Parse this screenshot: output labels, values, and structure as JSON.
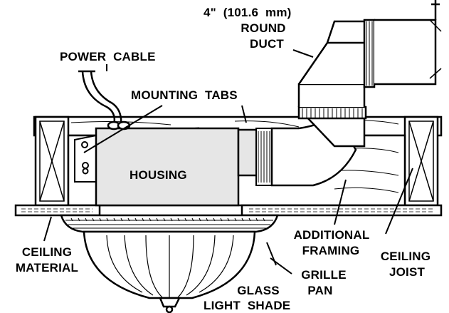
{
  "labels": {
    "duct_size": "4\"  (101.6  mm)",
    "round": "ROUND",
    "duct": "DUCT",
    "power_cable": "POWER  CABLE",
    "mounting_tabs": "MOUNTING  TABS",
    "housing": "HOUSING",
    "additional": "ADDITIONAL",
    "framing": "FRAMING",
    "ceiling_1": "CEILING",
    "material": "MATERIAL",
    "ceiling_2": "CEILING",
    "joist": "JOIST",
    "grille": "GRILLE",
    "pan": "PAN",
    "glass": "GLASS",
    "light_shade": "LIGHT  SHADE"
  },
  "colors": {
    "line": "#000000",
    "housing_fill": "#e6e6e6",
    "wood_fill": "#ffffff"
  }
}
